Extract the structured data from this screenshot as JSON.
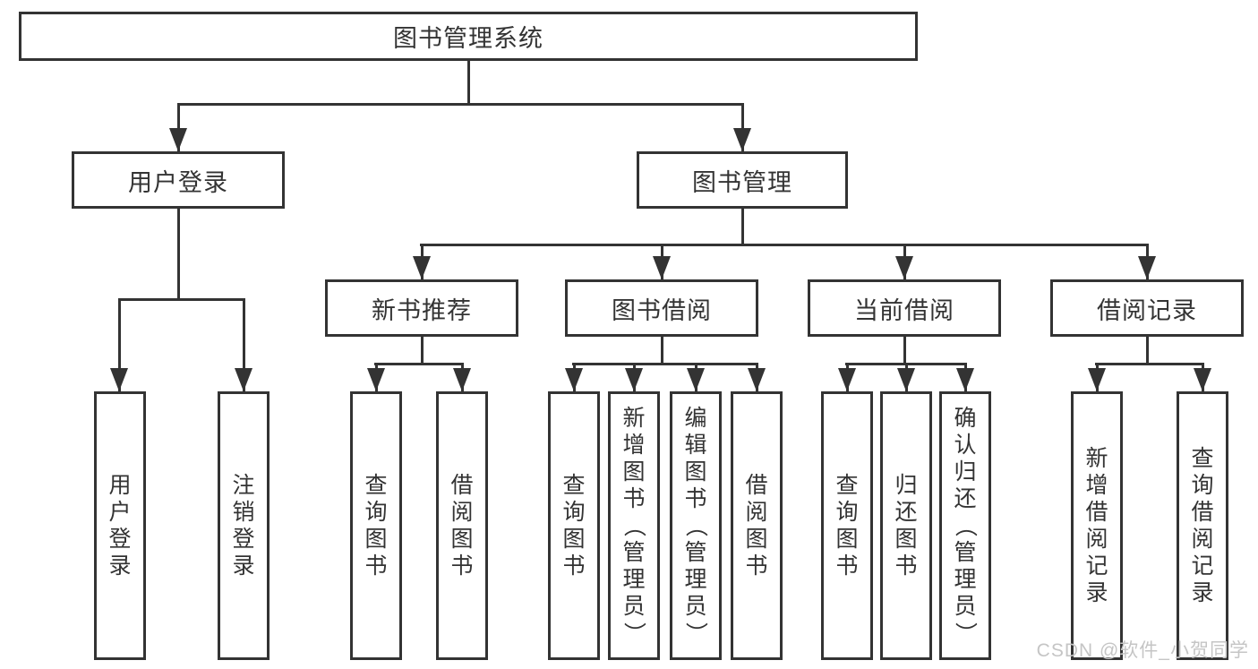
{
  "tree": {
    "root": {
      "label": "图书管理系统"
    },
    "branches": [
      {
        "label": "用户登录",
        "leaves": [
          {
            "label": "用户登录"
          },
          {
            "label": "注销登录"
          }
        ]
      },
      {
        "label": "图书管理",
        "groups": [
          {
            "label": "新书推荐",
            "leaves": [
              {
                "label": "查询图书"
              },
              {
                "label": "借阅图书"
              }
            ]
          },
          {
            "label": "图书借阅",
            "leaves": [
              {
                "label": "查询图书"
              },
              {
                "label": "新增图书（管理员）"
              },
              {
                "label": "编辑图书（管理员）"
              },
              {
                "label": "借阅图书"
              }
            ]
          },
          {
            "label": "当前借阅",
            "leaves": [
              {
                "label": "查询图书"
              },
              {
                "label": "归还图书"
              },
              {
                "label": "确认归还（管理员）"
              }
            ]
          },
          {
            "label": "借阅记录",
            "leaves": [
              {
                "label": "新增借阅记录"
              },
              {
                "label": "查询借阅记录"
              }
            ]
          }
        ]
      }
    ]
  },
  "watermark": {
    "text": "CSDN @软件_小贺同学"
  },
  "colors": {
    "line": "#333333",
    "box_border": "#333333",
    "text": "#333333",
    "watermark": "#c5c5c5",
    "background": "#ffffff"
  }
}
